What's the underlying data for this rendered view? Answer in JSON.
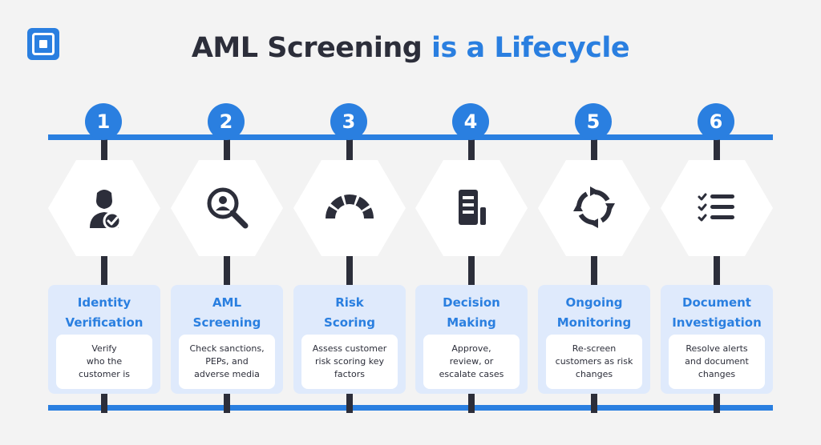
{
  "header": {
    "title_main": "AML Screening",
    "title_accent": "is a Lifecycle"
  },
  "colors": {
    "accent": "#2a7fe0",
    "dark": "#2c2e3a",
    "card_bg": "#dfeafc",
    "page_bg": "#f3f3f3"
  },
  "steps": [
    {
      "number": "1",
      "icon": "user-check-icon",
      "title_line1": "Identity",
      "title_line2": "Verification",
      "desc_line1": "Verify",
      "desc_line2": "who the",
      "desc_line3": "customer is"
    },
    {
      "number": "2",
      "icon": "search-user-icon",
      "title_line1": "AML",
      "title_line2": "Screening",
      "desc_line1": "Check sanctions,",
      "desc_line2": "PEPs, and",
      "desc_line3": "adverse media"
    },
    {
      "number": "3",
      "icon": "gauge-icon",
      "title_line1": "Risk",
      "title_line2": "Scoring",
      "desc_line1": "Assess customer",
      "desc_line2": "risk scoring key",
      "desc_line3": "factors"
    },
    {
      "number": "4",
      "icon": "document-icon",
      "title_line1": "Decision",
      "title_line2": "Making",
      "desc_line1": "Approve,",
      "desc_line2": "review, or",
      "desc_line3": "escalate cases"
    },
    {
      "number": "5",
      "icon": "refresh-cycle-icon",
      "title_line1": "Ongoing",
      "title_line2": "Monitoring",
      "desc_line1": "Re-screen",
      "desc_line2": "customers as risk",
      "desc_line3": "changes"
    },
    {
      "number": "6",
      "icon": "checklist-icon",
      "title_line1": "Document",
      "title_line2": "Investigation",
      "desc_line1": "Resolve alerts",
      "desc_line2": "and document",
      "desc_line3": "changes"
    }
  ]
}
